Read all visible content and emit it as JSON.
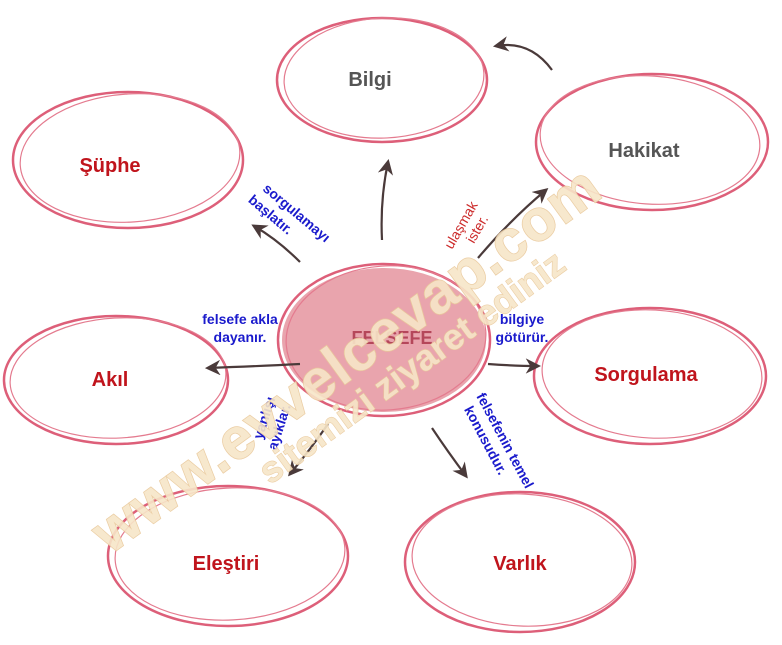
{
  "center": {
    "label": "FELSEFE",
    "fill": "#e9a4ad",
    "stroke": "#dd5f79",
    "text_color": "#b5475a"
  },
  "nodes": [
    {
      "id": "bilgi",
      "label": "Bilgi",
      "color": "#555555"
    },
    {
      "id": "hakikat",
      "label": "Hakikat",
      "color": "#555555"
    },
    {
      "id": "suphe",
      "label": "Şüphe",
      "color": "#c0141c"
    },
    {
      "id": "akil",
      "label": "Akıl",
      "color": "#c0141c"
    },
    {
      "id": "sorgulama",
      "label": "Sorgulama",
      "color": "#c0141c"
    },
    {
      "id": "elestiri",
      "label": "Eleştiri",
      "color": "#c0141c"
    },
    {
      "id": "varlik",
      "label": "Varlık",
      "color": "#c0141c"
    }
  ],
  "edge_labels": {
    "suphe": [
      "sorgulamayı",
      "başlatır."
    ],
    "akil": [
      "felsefe akla",
      "dayanır."
    ],
    "sorgulama": [
      "bilgiye",
      "götürür."
    ],
    "elestiri": [
      "yanlışı",
      "ayıklar."
    ],
    "varlik": [
      "felsefenin temel",
      "konusudur."
    ],
    "hakikat": [
      "ulaşmak",
      "ister."
    ]
  },
  "watermark": {
    "line1": "www.evvelcevap.com",
    "line2": "sitemizi ziyaret ediniz"
  },
  "colors": {
    "ellipse_stroke": "#dd5f79",
    "arrow": "#4a3a3a",
    "edge_label_blue": "#1a1acc",
    "edge_label_red": "#cc2b2b"
  }
}
